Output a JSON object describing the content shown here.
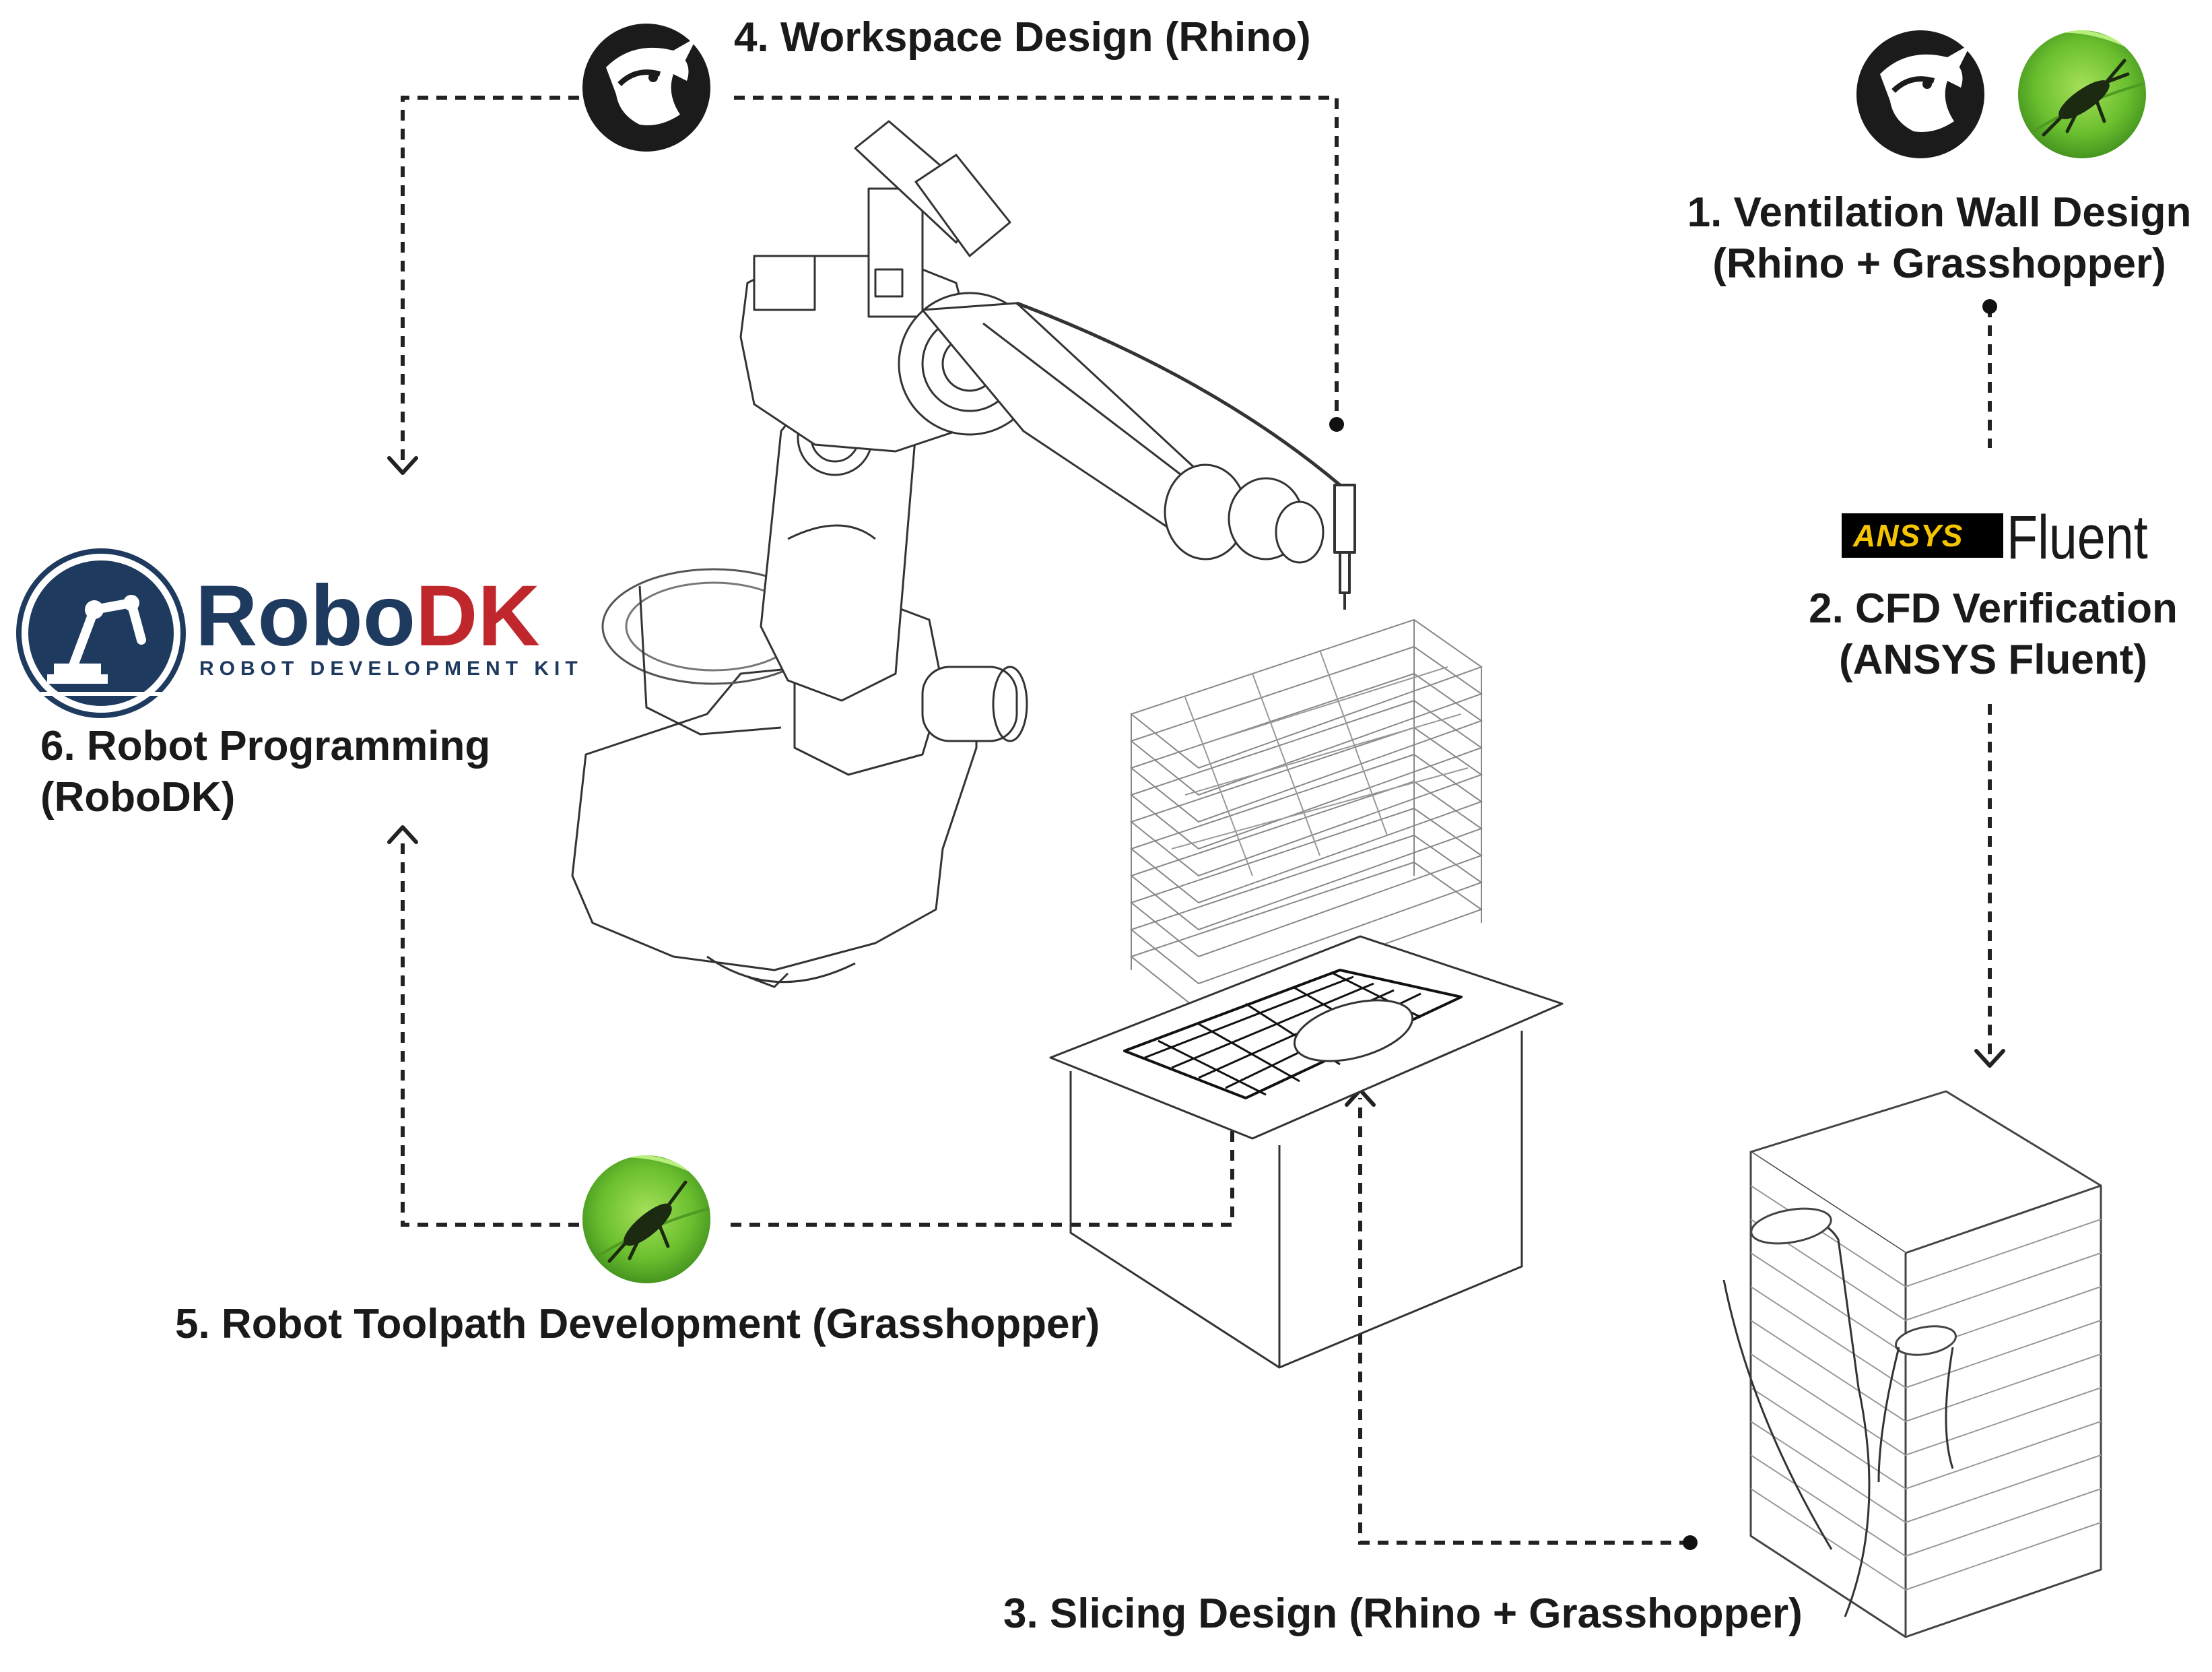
{
  "steps": {
    "step1": {
      "line1": "1. Ventilation Wall Design",
      "line2": "(Rhino + Grasshopper)"
    },
    "step2": {
      "line1": "2. CFD Verification",
      "line2": "(ANSYS Fluent)"
    },
    "step3": {
      "line1": "3. Slicing Design (Rhino + Grasshopper)"
    },
    "step4": {
      "line1": "4. Workspace Design (Rhino)"
    },
    "step5": {
      "line1": "5. Robot Toolpath Development (Grasshopper)"
    },
    "step6": {
      "line1": "6. Robot Programming",
      "line2": "(RoboDK)"
    }
  },
  "logos": {
    "robodk": {
      "brand_robo": "Robo",
      "brand_dk": "DK",
      "tagline": "ROBOT DEVELOPMENT KIT",
      "color_robo": "#1f3a5f",
      "color_dk": "#c0272d"
    },
    "ansys": {
      "mark": "ANSYS",
      "product": "Fluent",
      "mark_color": "#f5c400"
    },
    "rhino_icon": "rhino-icon",
    "grasshopper_icon": "grasshopper-icon"
  },
  "colors": {
    "ink": "#1a1a1a",
    "line": "#222222",
    "sketch": "#555555",
    "leaf_green": "#6abf2e"
  }
}
